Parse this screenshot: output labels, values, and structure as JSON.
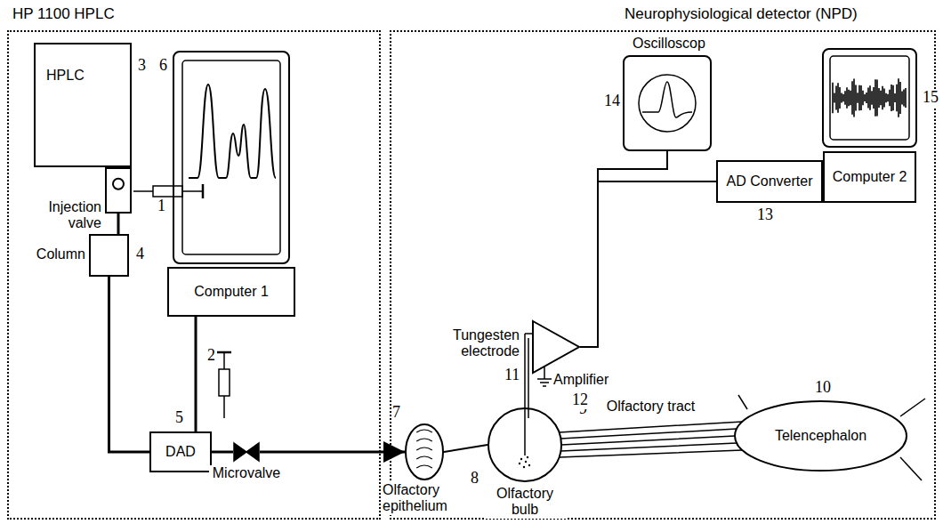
{
  "diagram": {
    "nodes": [
      {
        "text": [
          "HP 1100 HPLC"
        ]
      },
      {
        "text": [
          "Neurophysiological detector (NPD)"
        ]
      },
      {
        "text": [
          "HPLC"
        ],
        "in": 0
      },
      {
        "text": [
          "Injection valve"
        ],
        "in": 0
      },
      {
        "text": [
          "Column"
        ],
        "in": 0
      },
      {
        "text": [
          "Computer 1"
        ],
        "in": 0
      },
      {
        "text": [
          "DAD"
        ],
        "in": 0
      },
      {
        "text": [
          "Microvalve"
        ],
        "in": 0
      },
      {
        "text": [
          "Olfactory epithelium"
        ],
        "in": 1
      },
      {
        "text": [
          "Olfactory bulb"
        ],
        "in": 1
      },
      {
        "text": [
          "Telencephalon"
        ],
        "in": 1
      },
      {
        "text": [
          "Amplifier"
        ],
        "in": 1
      },
      {
        "text": [
          "Oscilloscop"
        ],
        "in": 1
      },
      {
        "text": [
          "AD Converter"
        ],
        "in": 1
      },
      {
        "text": [
          "Computer 2"
        ],
        "in": 1
      }
    ],
    "edges": [
      {
        "from": 3,
        "to": 4,
        "arrow": "none"
      },
      {
        "from": 4,
        "to": 6,
        "arrow": "none"
      },
      {
        "from": 5,
        "to": 6,
        "arrow": "none"
      },
      {
        "from": 6,
        "to": 7,
        "arrow": "none"
      },
      {
        "from": 7,
        "to": 8,
        "arrow": "to"
      },
      {
        "from": 8,
        "to": 9,
        "arrow": "none"
      },
      {
        "from": 9,
        "to": 10,
        "label": "Olfactory tract",
        "arrow": "none"
      },
      {
        "from": 11,
        "to": 12,
        "arrow": "none"
      },
      {
        "from": 11,
        "to": 13,
        "arrow": "none"
      }
    ],
    "labels": [
      "1",
      "2",
      "3",
      "4",
      "5",
      "6",
      "7",
      "8",
      "9",
      "10",
      "Tungesten electrode",
      "11",
      "12",
      "13",
      "14",
      "15"
    ]
  }
}
